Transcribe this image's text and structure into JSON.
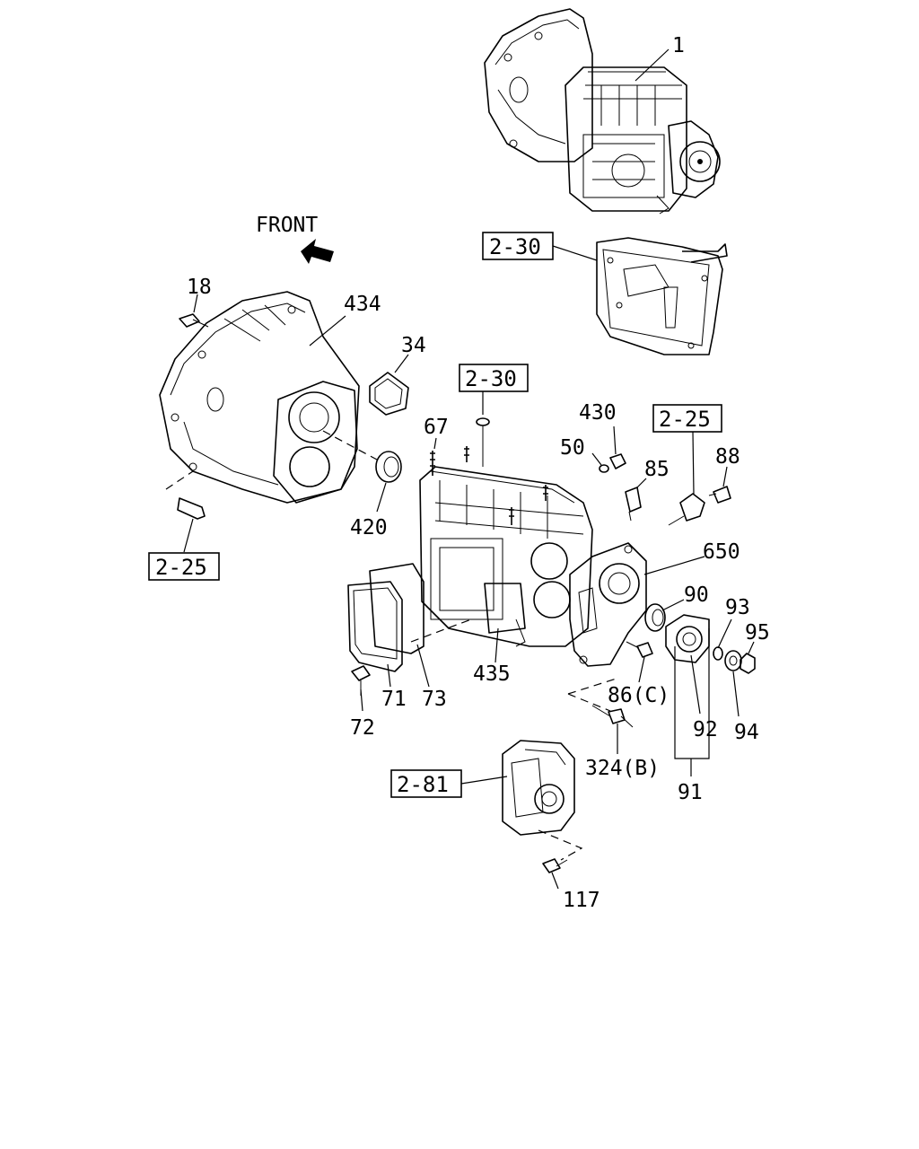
{
  "diagram": {
    "front_label": "FRONT",
    "parts": {
      "p1": "1",
      "p18": "18",
      "p434": "434",
      "p34": "34",
      "p420": "420",
      "p67": "67",
      "p430": "430",
      "p50": "50",
      "p85": "85",
      "p88": "88",
      "p650": "650",
      "p90": "90",
      "p93": "93",
      "p95": "95",
      "p71": "71",
      "p73": "73",
      "p72": "72",
      "p435": "435",
      "p86c": "86(C)",
      "p92": "92",
      "p94": "94",
      "p324b": "324(B)",
      "p91": "91",
      "p117": "117"
    },
    "refs": {
      "r2_30_top": "2-30",
      "r2_30_mid": "2-30",
      "r2_25_right": "2-25",
      "r2_25_left": "2-25",
      "r2_81": "2-81"
    }
  }
}
